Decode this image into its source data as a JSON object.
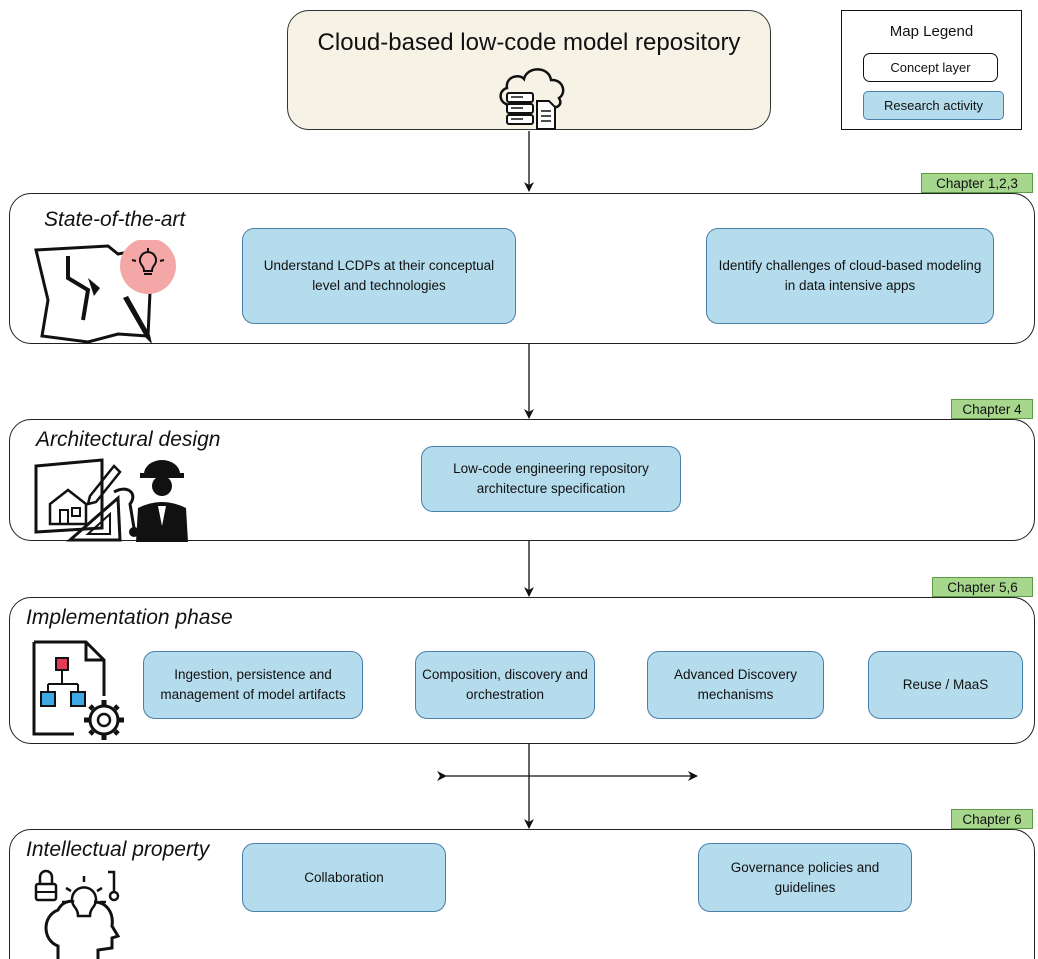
{
  "top": {
    "title": "Cloud-based low-code model repository"
  },
  "legend": {
    "title": "Map Legend",
    "concept_layer": "Concept layer",
    "research_activity": "Research activity"
  },
  "bands": [
    {
      "title": "State-of-the-art",
      "chapter": "Chapter 1,2,3",
      "activities": [
        "Understand LCDPs at their conceptual level and technologies",
        "Identify challenges  of cloud-based modeling in data intensive apps"
      ],
      "icon": "idea-map-icon"
    },
    {
      "title": "Architectural design",
      "chapter": "Chapter 4",
      "activities": [
        "Low-code engineering repository architecture specification"
      ],
      "icon": "architect-icon"
    },
    {
      "title": "Implementation phase",
      "chapter": "Chapter 5,6",
      "activities": [
        "Ingestion, persistence and management of model artifacts",
        "Composition, discovery and orchestration",
        "Advanced Discovery mechanisms",
        "Reuse / MaaS"
      ],
      "icon": "document-flow-gear-icon"
    },
    {
      "title": "Intellectual property",
      "chapter": "Chapter 6",
      "activities": [
        "Collaboration",
        "Governance policies and guidelines"
      ],
      "icon": "head-idea-lock-icon"
    }
  ],
  "colors": {
    "concept_fill": "#f6f3e6",
    "activity_fill": "#b5dcec",
    "activity_border": "#4a7fab",
    "chapter_fill": "#a7d78d",
    "accent_pink": "#f4a7a7",
    "accent_red": "#e23b54",
    "accent_blue": "#3fa9e6"
  }
}
